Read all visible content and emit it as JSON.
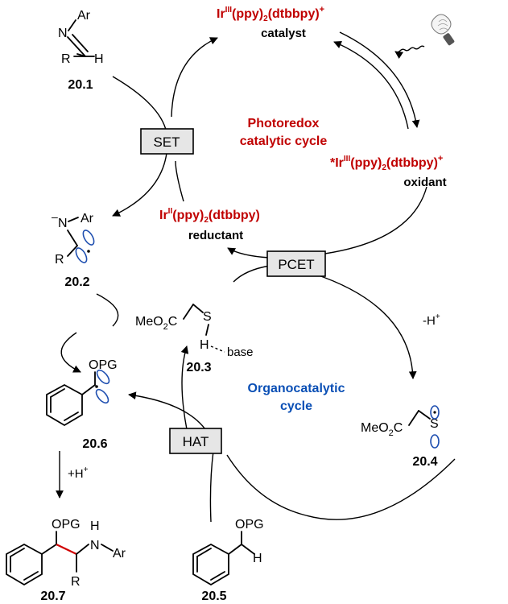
{
  "catalyst": {
    "text": "Ir(ppy)(dtbbpy)",
    "superscript": "III",
    "charge": "+",
    "role": "catalyst"
  },
  "oxidant": {
    "prefix": "*",
    "text": "Ir(ppy)(dtbbpy)",
    "superscript": "III",
    "charge": "+",
    "role": "oxidant"
  },
  "reductant": {
    "text": "Ir(ppy)(dtbbpy)",
    "superscript": "II",
    "role": "reductant"
  },
  "cycles": {
    "photoredox_line1": "Photoredox",
    "photoredox_line2": "catalytic cycle",
    "organo_line1": "Organocatalytic",
    "organo_line2": "cycle"
  },
  "steps": {
    "set": "SET",
    "pcet": "PCET",
    "hat": "HAT",
    "minus_h": "-H",
    "plus_h": "+H"
  },
  "compounds": {
    "c201": "20.1",
    "c202": "20.2",
    "c203": "20.3",
    "c204": "20.4",
    "c205": "20.5",
    "c206": "20.6",
    "c207": "20.7"
  },
  "atoms": {
    "ar": "Ar",
    "n": "N",
    "r": "R",
    "h": "H",
    "s": "S",
    "opg": "OPG",
    "meo2c": "MeO",
    "co": "C",
    "two": "2",
    "base": "base",
    "minus": "–",
    "plus": "+",
    "dot": "·",
    "subscript2": "2"
  },
  "colors": {
    "photoredox": "#c00000",
    "organocatalytic": "#0a4fb5",
    "box_fill": "#e6e6e6"
  }
}
